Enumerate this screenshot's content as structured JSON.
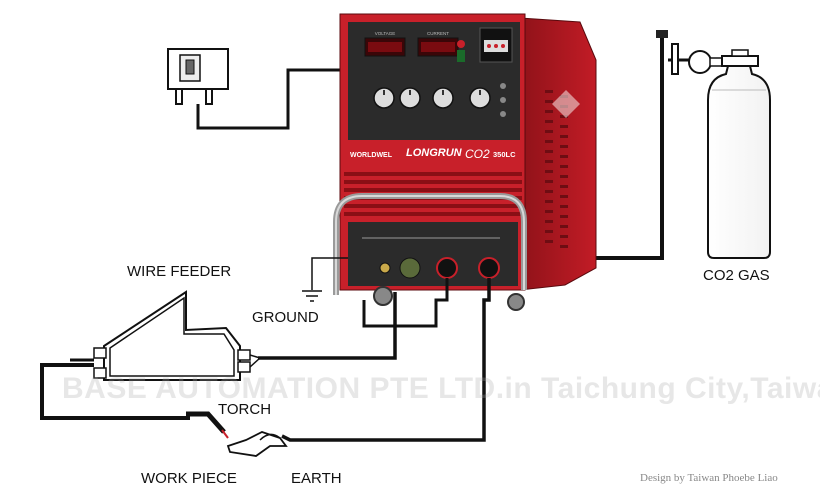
{
  "labels": {
    "wire_feeder": "WIRE FEEDER",
    "ground": "GROUND",
    "torch": "TORCH",
    "work_piece": "WORK PIECE",
    "earth": "EARTH",
    "co2_gas": "CO2 GAS"
  },
  "machine": {
    "brand": "WORLDWEL",
    "model_name": "LONGRUN",
    "model_code": "350LC",
    "model_gas": "CO2",
    "display_left": "VOLTAGE",
    "display_right": "CURRENT"
  },
  "watermark": "BASE AUTOMATION PTE LTD.in Taichung City,Taiwan",
  "credit": "Design by Taiwan Phoebe Liao",
  "colors": {
    "machine_red": "#c8202a",
    "panel_dark": "#2b2b2b",
    "cable": "#111111"
  }
}
